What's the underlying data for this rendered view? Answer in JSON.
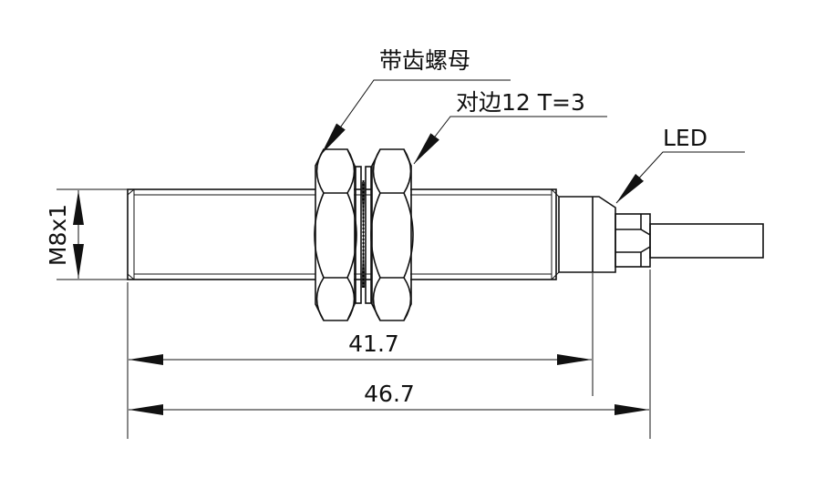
{
  "labels": {
    "nut": "带齿螺母",
    "across_flats": "对边12 T=3",
    "led": "LED",
    "thread": "M8x1"
  },
  "dimensions": {
    "body_length": "41.7",
    "total_length": "46.7"
  }
}
